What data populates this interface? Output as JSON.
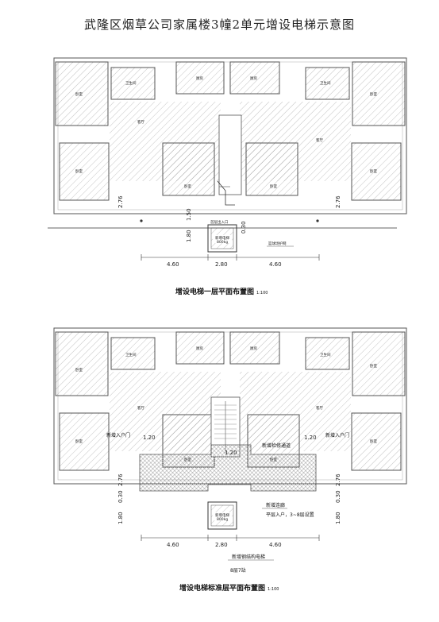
{
  "title": "武隆区烟草公司家属楼3幢2单元增设电梯示意图",
  "plan1": {
    "caption": "增设电梯一层平面布置图",
    "scale": "1:100",
    "rooms": {
      "bedroom": "卧室",
      "bathroom": "卫生间",
      "kitchen": "厨房",
      "living": "客厅"
    },
    "entrance": "首层出入口",
    "fence": "篮球场护网",
    "elevator": [
      "新增电梯",
      "800kg"
    ],
    "dims": {
      "left": "4.60",
      "mid": "2.80",
      "right": "4.60",
      "v1": "2.76",
      "v2": "1.50",
      "v3": "1.80",
      "v4": "0.30"
    }
  },
  "plan2": {
    "caption": "增设电梯标准层平面布置图",
    "scale": "1:100",
    "rooms": {
      "bedroom": "卧室",
      "bathroom": "卫生间",
      "kitchen": "厨房",
      "living": "客厅"
    },
    "new_door_left": "新增入户门",
    "new_door_right": "新增入户门",
    "maint": "新增检修通道",
    "corridor": "新增连廊",
    "corridor_note": "平层入户，3~8层设置",
    "steel": "新增钢结构电梯",
    "stops": "8层7站",
    "elevator": [
      "新增电梯",
      "800kg"
    ],
    "dims": {
      "left": "4.60",
      "mid": "2.80",
      "right": "4.60",
      "v1": "2.76",
      "v2": "0.30",
      "v3": "1.80",
      "d120a": "1.20",
      "d120b": "1.20",
      "d120c": "1.20"
    }
  }
}
